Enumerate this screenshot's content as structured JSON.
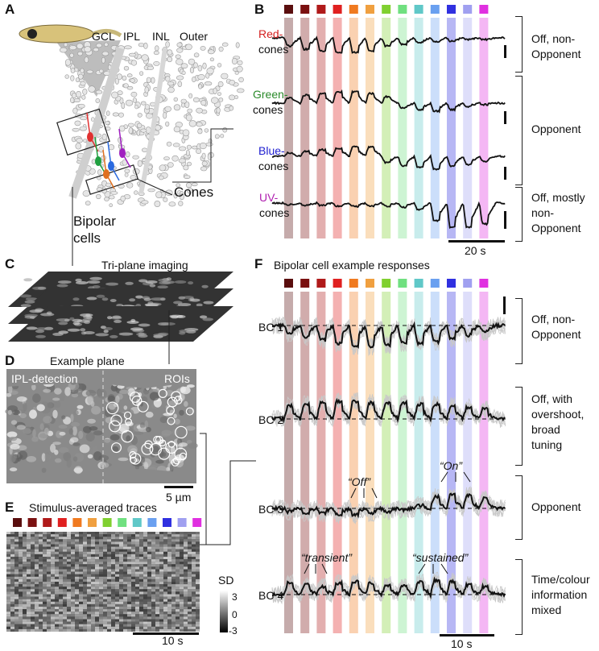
{
  "panels": {
    "A": "A",
    "B": "B",
    "C": "C",
    "D": "D",
    "E": "E",
    "F": "F"
  },
  "retina": {
    "gcl": "GCL",
    "ipl": "IPL",
    "inl": "INL",
    "outer": "Outer",
    "cones": "Cones",
    "bipolar_line1": "Bipolar",
    "bipolar_line2": "cells"
  },
  "stim_colors": [
    "#5a0e0e",
    "#7a1010",
    "#b01a1a",
    "#e02020",
    "#f07a20",
    "#f0a040",
    "#80d030",
    "#70e080",
    "#60c8c8",
    "#6aa0f0",
    "#3030e0",
    "#a0a0f0",
    "#e030e0"
  ],
  "cones": [
    {
      "c1": "Red-",
      "c2": "cones",
      "color": "#d42020",
      "bracket": [
        "Off, non-",
        "Opponent"
      ]
    },
    {
      "c1": "Green-",
      "c2": "cones",
      "color": "#2a8a2a",
      "bracket": [
        "Opponent"
      ]
    },
    {
      "c1": "Blue-",
      "c2": "cones",
      "color": "#2020d0",
      "bracket": []
    },
    {
      "c1": "UV-",
      "c2": "cones",
      "color": "#b020b0",
      "bracket": [
        "Off, mostly",
        "non-",
        "Opponent"
      ]
    }
  ],
  "scale_B": "20 s",
  "panelC_title": "Tri-plane imaging",
  "panelD": {
    "title": "Example plane",
    "left": "IPL-detection",
    "right": "ROIs",
    "scale": "5 µm"
  },
  "panelE": {
    "title": "Stimulus-averaged traces",
    "cb_label": "SD",
    "cb_max": "3",
    "cb_mid": "0",
    "cb_min": "-3",
    "scale": "10 s"
  },
  "panelF": {
    "title": "Bipolar cell example responses",
    "scale": "10 s",
    "cells": [
      {
        "name": "BC 1",
        "bracket": [
          "Off, non-",
          "Opponent"
        ]
      },
      {
        "name": "BC 2",
        "bracket": [
          "Off, with",
          "overshoot,",
          "broad",
          "tuning"
        ]
      },
      {
        "name": "BC 3",
        "bracket": [
          "Opponent"
        ]
      },
      {
        "name": "BC 4",
        "bracket": [
          "Time/colour",
          "information",
          "mixed"
        ]
      }
    ],
    "ann_off": "“Off”",
    "ann_on": "“On”",
    "ann_transient": "“transient”",
    "ann_sustained": "“sustained”"
  }
}
